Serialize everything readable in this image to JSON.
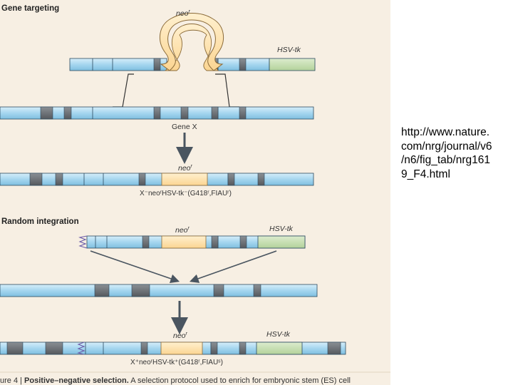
{
  "figure": {
    "section_gene_targeting": "Gene targeting",
    "section_random_integration": "Random integration",
    "labels": {
      "neo": "neo",
      "neo_sup": "r",
      "hsvtk": "HSV-tk",
      "gene_x": "Gene X",
      "targeted_genotype": "X⁻neoʳHSV-tk⁻(G418ʳ,FIAUʳ)",
      "random_genotype": "X⁺neoʳHSV-tk⁺(G418ʳ,FIAUˢ)"
    },
    "caption": {
      "prefix": "ure 4 | ",
      "title": "Positive–negative selection.",
      "text": " A selection protocol used to enrich for embryonic stem (ES) cell"
    }
  },
  "url_lines": [
    "http://www.nature.",
    "com/nrg/journal/v6",
    "/n6/fig_tab/nrg161",
    "9_F4.html"
  ],
  "colors": {
    "panel_bg": "#f7efe3",
    "dna_blue": "#a8d8f0",
    "exon_gray": "#6f7479",
    "neo_orange": "#fddfa6",
    "hsvtk_green": "#c8dfb4"
  }
}
